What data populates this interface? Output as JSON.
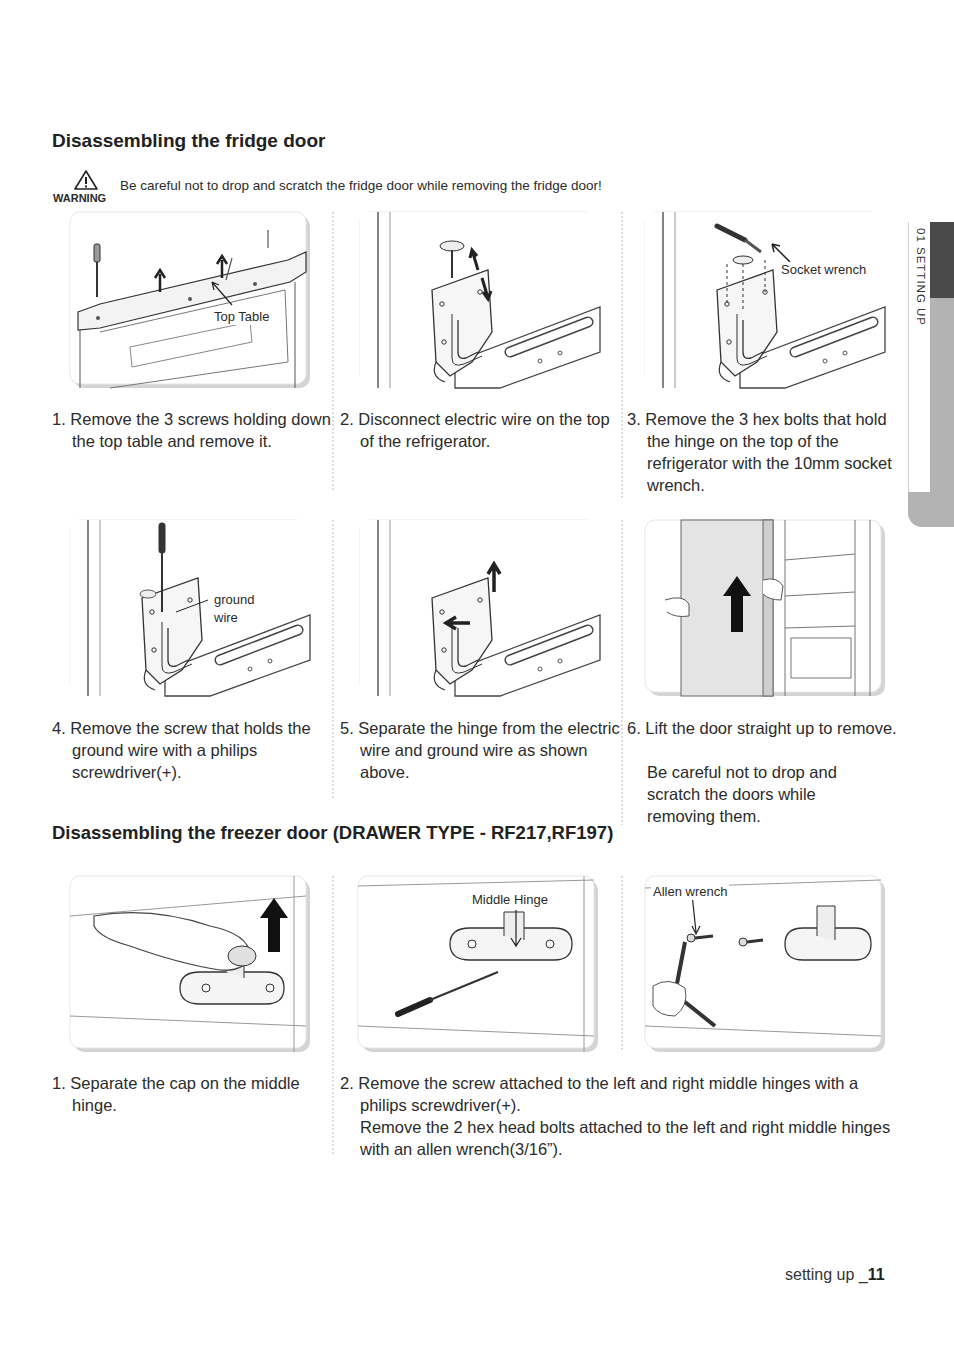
{
  "diagram": {
    "title": "Disassembling the fridge door",
    "nodes": [
      {
        "text": [
          "01 SETTING UP"
        ]
      }
    ],
    "labels": [
      "WARNING",
      "Be careful not to drop and scratch the fridge door while removing the fridge door!",
      "Top Table",
      "1. Remove the 3 screws holding down the top table and remove it.",
      "Socket wrench",
      "2. Disconnect electric wire on the top of the refrigerator.",
      "3. Remove the 3 hex bolts that hold the hinge on the top of the refrigerator with the 10mm socket wrench.",
      "ground wire",
      "4. Remove the screw that holds the ground wire with a philips screwdriver(+).",
      "5. Separate the hinge from the electric wire and ground wire as shown above.",
      "6. Lift the door straight up to remove.",
      "Be careful not to drop and scratch the doors while removing them.",
      "Disassembling the freezer door (DRAWER TYPE - RF217,RF197)",
      "Middle Hinge",
      "Allen wrench",
      "1. Separate the cap on the middle hinge.",
      "2. Remove the screw attached to the left and right middle hinges with a philips screwdriver(+).",
      "Remove the 2 hex head bolts attached to the left and right middle hinges with an allen wrench(3/16”).",
      "setting up _",
      "11"
    ]
  }
}
